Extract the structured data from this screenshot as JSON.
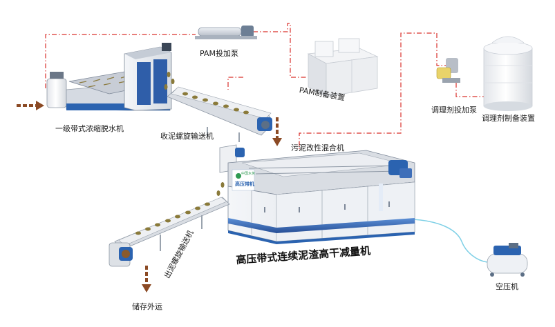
{
  "labels": {
    "pam_pump": "PAM投加泵",
    "pam_prep": "PAM制备装置",
    "primary_thickener": "一级带式浓缩脱水机",
    "collect_conveyor": "收泥螺旋输送机",
    "mixer": "污泥改性混合机",
    "conditioner_pump": "调理剂投加泵",
    "conditioner_prep": "调理剂制备装置",
    "main_machine": "高压带式连续泥渣高干减量机",
    "out_conveyor": "出泥螺旋输送机",
    "compressor": "空压机",
    "storage": "储存外运"
  },
  "badge": {
    "line1": "中国水务",
    "line2": "高压带机"
  },
  "colors": {
    "pipe_red": "#d9302b",
    "flow_brown": "#8b4a24",
    "air_line": "#7fd0e6",
    "machine_blue": "#2b63b0",
    "steel": "#c9ced6",
    "sludge": "#8a7a3a"
  }
}
